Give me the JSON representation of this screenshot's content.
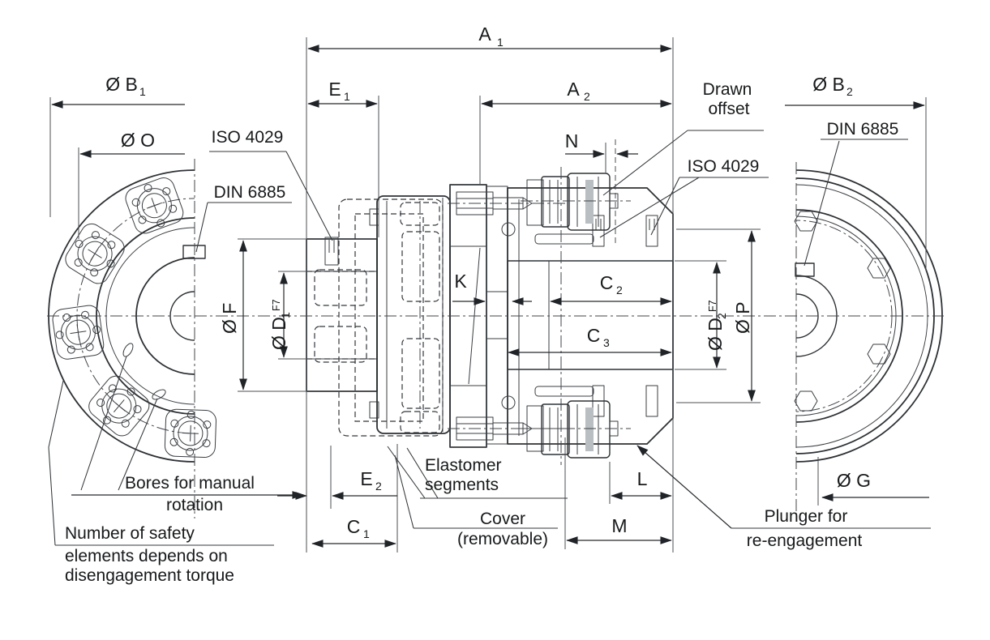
{
  "dims": {
    "a1": {
      "base": "A",
      "sub": "1"
    },
    "a2": {
      "base": "A",
      "sub": "2"
    },
    "e1": {
      "base": "E",
      "sub": "1"
    },
    "e2": {
      "base": "E",
      "sub": "2"
    },
    "c1": {
      "base": "C",
      "sub": "1"
    },
    "c2": {
      "base": "C",
      "sub": "2"
    },
    "c3": {
      "base": "C",
      "sub": "3"
    },
    "b1": {
      "base": "Ø B",
      "sub": "1"
    },
    "b2": {
      "base": "Ø B",
      "sub": "2"
    },
    "o": {
      "base": "Ø O"
    },
    "f": {
      "base": "Ø F"
    },
    "d1": {
      "base": "Ø D",
      "sub": "1",
      "sup": "F7"
    },
    "d2": {
      "base": "Ø D",
      "sub": "2",
      "sup": "F7"
    },
    "p": {
      "base": "Ø P"
    },
    "g": {
      "base": "Ø G"
    },
    "k": {
      "base": "K"
    },
    "l": {
      "base": "L"
    },
    "m": {
      "base": "M"
    },
    "n": {
      "base": "N"
    }
  },
  "standards": {
    "iso_4029_left": "ISO 4029",
    "iso_4029_right": "ISO 4029",
    "din_6885_left": "DIN 6885",
    "din_6885_right": "DIN 6885"
  },
  "notes": {
    "drawn_offset": [
      "Drawn",
      "offset"
    ],
    "elastomer": [
      "Elastomer",
      "segments"
    ],
    "cover": [
      "Cover",
      "(removable)"
    ],
    "plunger": [
      "Plunger for",
      "re-engagement"
    ],
    "bores": [
      "Bores for manual",
      "rotation"
    ],
    "safety": [
      "Number of safety",
      "elements depends on",
      "disengagement torque"
    ]
  }
}
